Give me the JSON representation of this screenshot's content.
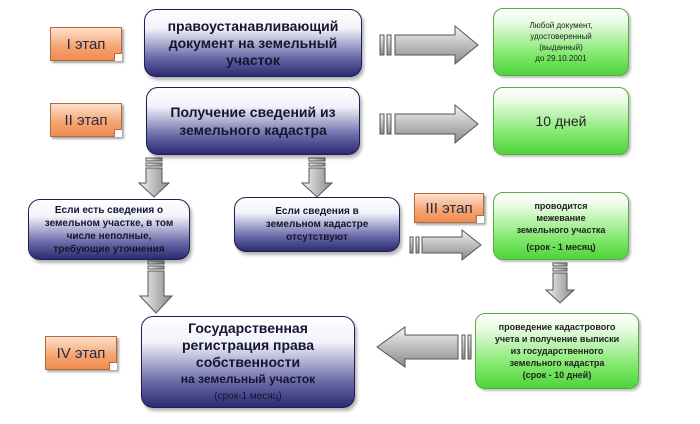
{
  "stages": {
    "s1": "I этап",
    "s2": "II этап",
    "s3": "III этап",
    "s4": "IV этап"
  },
  "boxes": {
    "title_doc": [
      "правоустанавливающий",
      "документ на земельный",
      "участок"
    ],
    "cadastre_info": [
      "Получение сведений из",
      "земельного кадастра"
    ],
    "info_exists": [
      "Если есть сведения о",
      "земельном участке, в том",
      "числе неполные,",
      "требующие уточнения"
    ],
    "info_absent": [
      "Если сведения в",
      "земельном кадастре",
      "отсутствуют"
    ],
    "registration": [
      "Государственная",
      "регистрация права",
      "собственности",
      "на земельный участок",
      "(срок-1 месяц)"
    ]
  },
  "results": {
    "any_document": [
      "Любой документ,",
      "удостоверенный",
      "(выданный)",
      "до 29.10.2001"
    ],
    "ten_days": "10 дней",
    "survey": [
      "проводится",
      "межевание",
      "земельного участка",
      "(срок - 1 месяц)"
    ],
    "cadastral": [
      "проведение кадастрового",
      "учета и получение выписки",
      "из государственного",
      "земельного кадастра",
      "(срок - 10 дней)"
    ]
  },
  "colors": {
    "stage_fill": "#f4a36f",
    "navy_box": "#2a2a70",
    "green_box": "#4ed43a",
    "arrow_fill": "#b8b8b8"
  }
}
